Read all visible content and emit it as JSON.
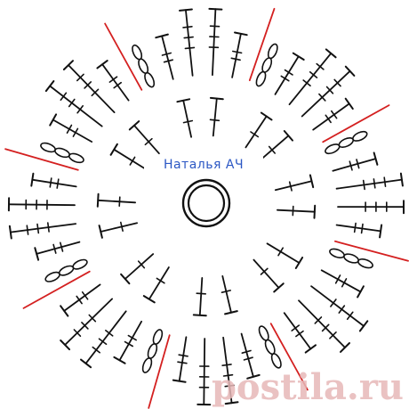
{
  "caption": {
    "author": "Наталья АЧ"
  },
  "watermark": {
    "text": "postila.ru"
  },
  "colors": {
    "stitch": "#111111",
    "divider": "#d42020",
    "author": "#2b57c4",
    "watermark": "#e7b8b8"
  },
  "diagram": {
    "center": "magic-ring",
    "divider_count": 8,
    "divider_angles_deg": [
      -71,
      -29,
      15,
      61,
      106,
      151,
      196,
      241
    ]
  }
}
